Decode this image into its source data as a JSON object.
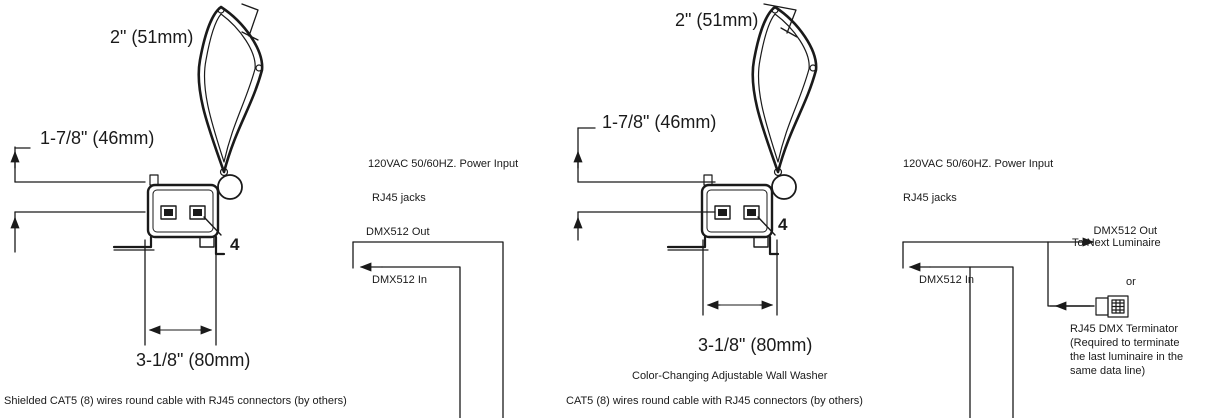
{
  "left": {
    "dim_top": "2\" (51mm)",
    "dim_height": "1-7/8\" (46mm)",
    "dim_width": "3-1/8\" (80mm)",
    "callout": "4",
    "power": "120VAC 50/60HZ. Power Input",
    "jacks": "RJ45 jacks",
    "dmx_out": "DMX512 Out",
    "dmx_in": "DMX512 In",
    "cable": "Shielded CAT5 (8) wires round cable with RJ45 connectors (by others)"
  },
  "right": {
    "dim_top": "2\" (51mm)",
    "dim_height": "1-7/8\" (46mm)",
    "dim_width": "3-1/8\" (80mm)",
    "callout": "4",
    "product": "Color-Changing Adjustable Wall Washer",
    "power": "120VAC 50/60HZ. Power Input",
    "jacks": "RJ45 jacks",
    "dmx_out_line1": "DMX512 Out",
    "dmx_out_line2": "To Next Luminaire",
    "or": "or",
    "dmx_in": "DMX512 In",
    "terminator_line1": "RJ45 DMX Terminator",
    "terminator_line2": "(Required to terminate",
    "terminator_line3": "the last luminaire in the",
    "terminator_line4": "same data line)",
    "cable": "CAT5 (8) wires round cable with RJ45 connectors (by others)"
  },
  "colors": {
    "ink": "#1a1a1a",
    "background": "#ffffff"
  }
}
